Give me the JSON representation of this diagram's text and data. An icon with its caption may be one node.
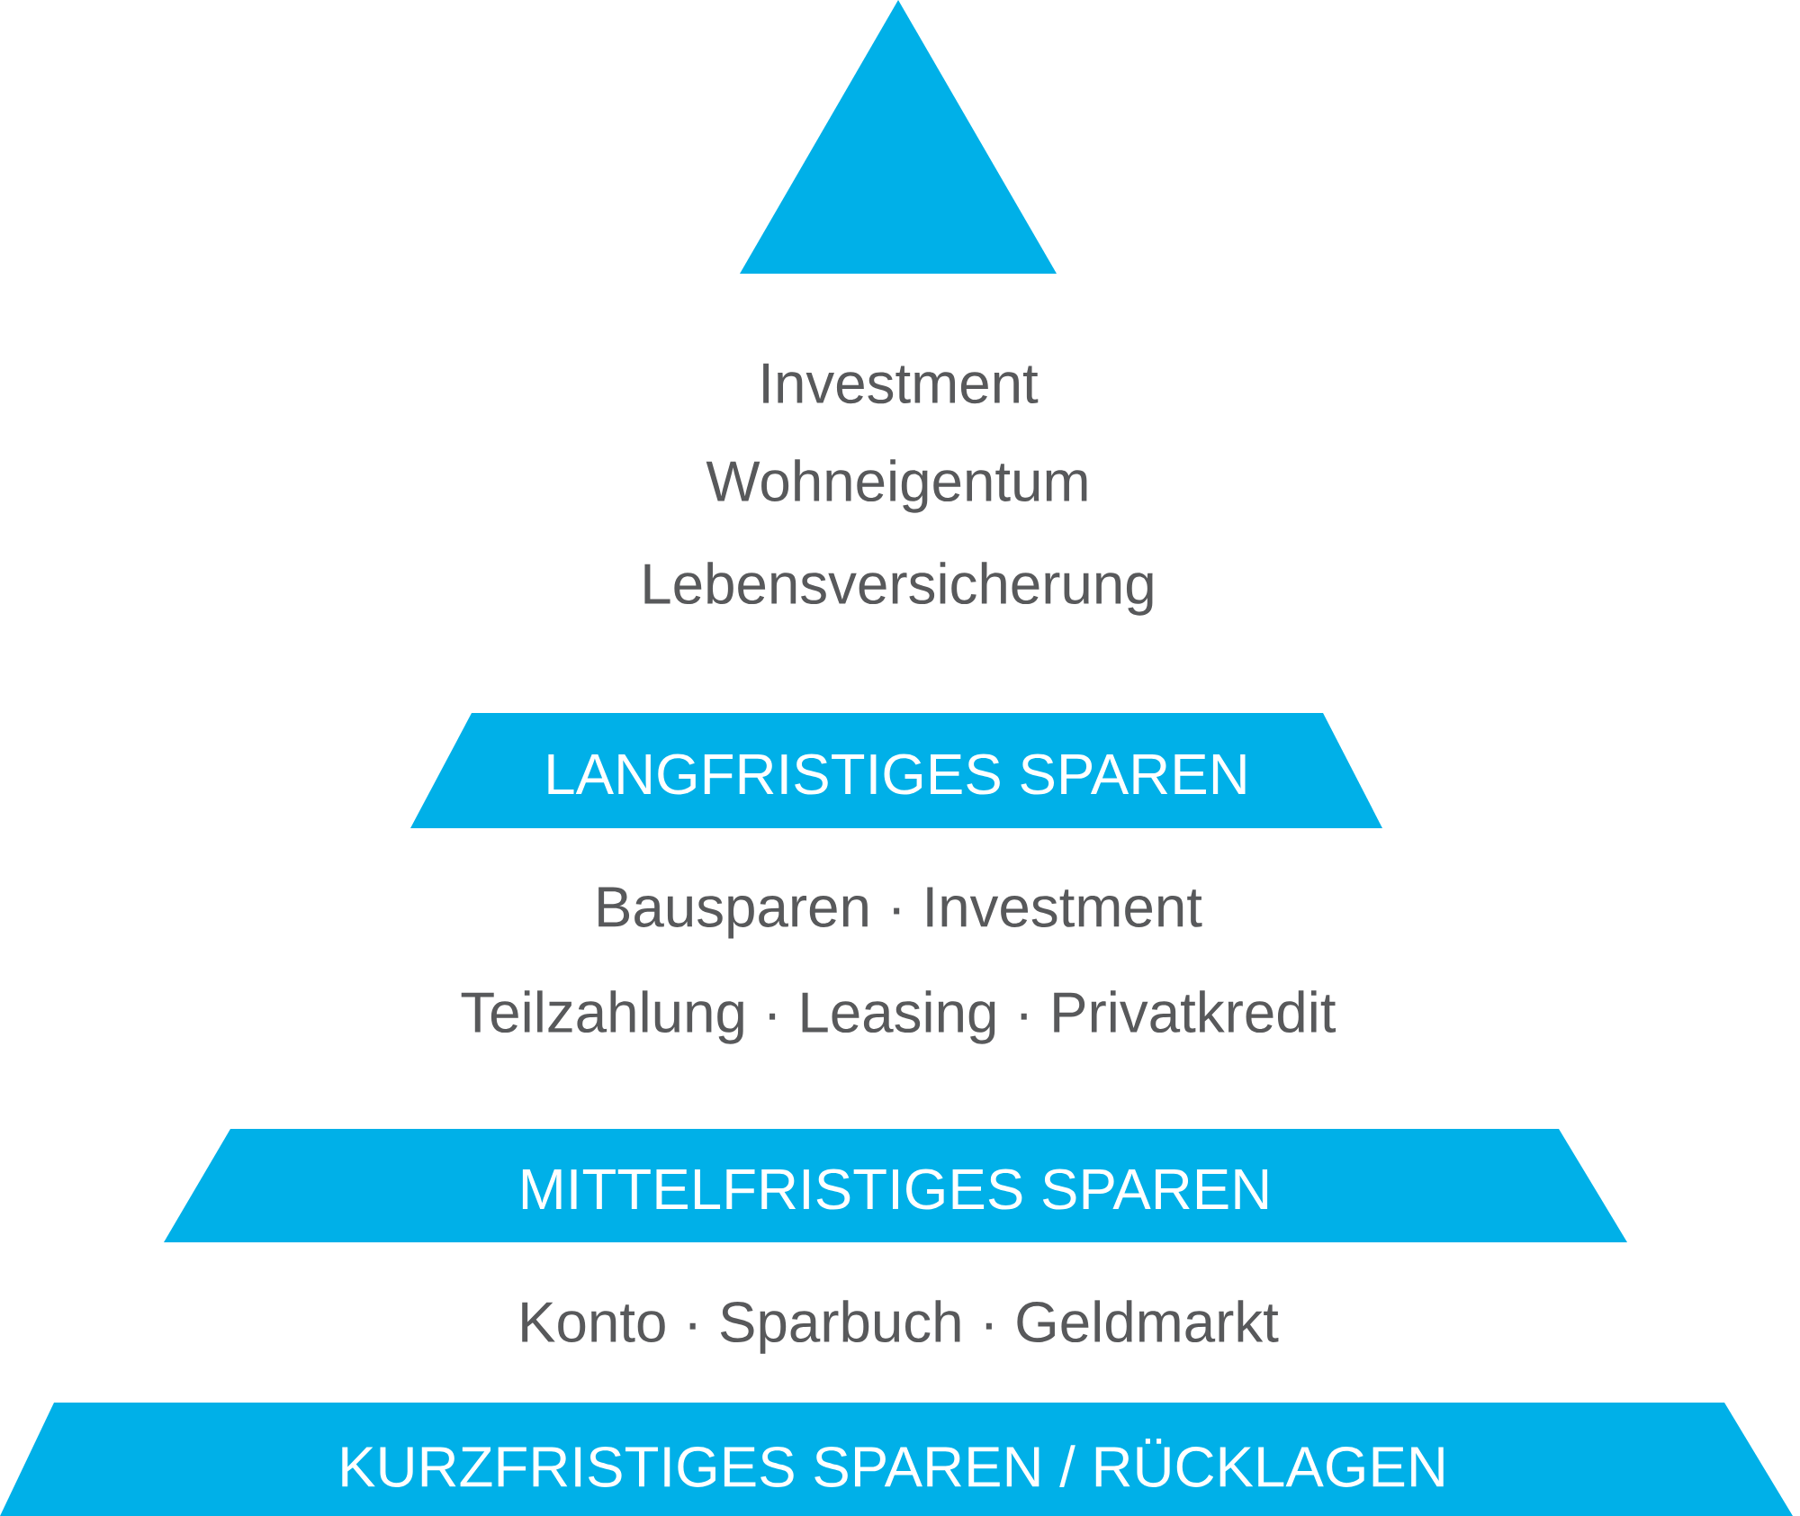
{
  "diagram": {
    "nodes": [
      {
        "text": [],
        "shape": "triangle"
      },
      {
        "text": [
          "LANGFRISTIGES SPAREN"
        ]
      },
      {
        "text": [
          "MITTELFRISTIGES SPAREN"
        ]
      },
      {
        "text": [
          "KURZFRISTIGES SPAREN / RÜCKLAGEN"
        ]
      }
    ],
    "labels": [
      "Investment",
      "Wohneigentum",
      "Lebensversicherung",
      "Bausparen · Investment",
      "Teilzahlung · Leasing · Privatkredit",
      "Konto · Sparbuch · Geldmarkt"
    ]
  }
}
